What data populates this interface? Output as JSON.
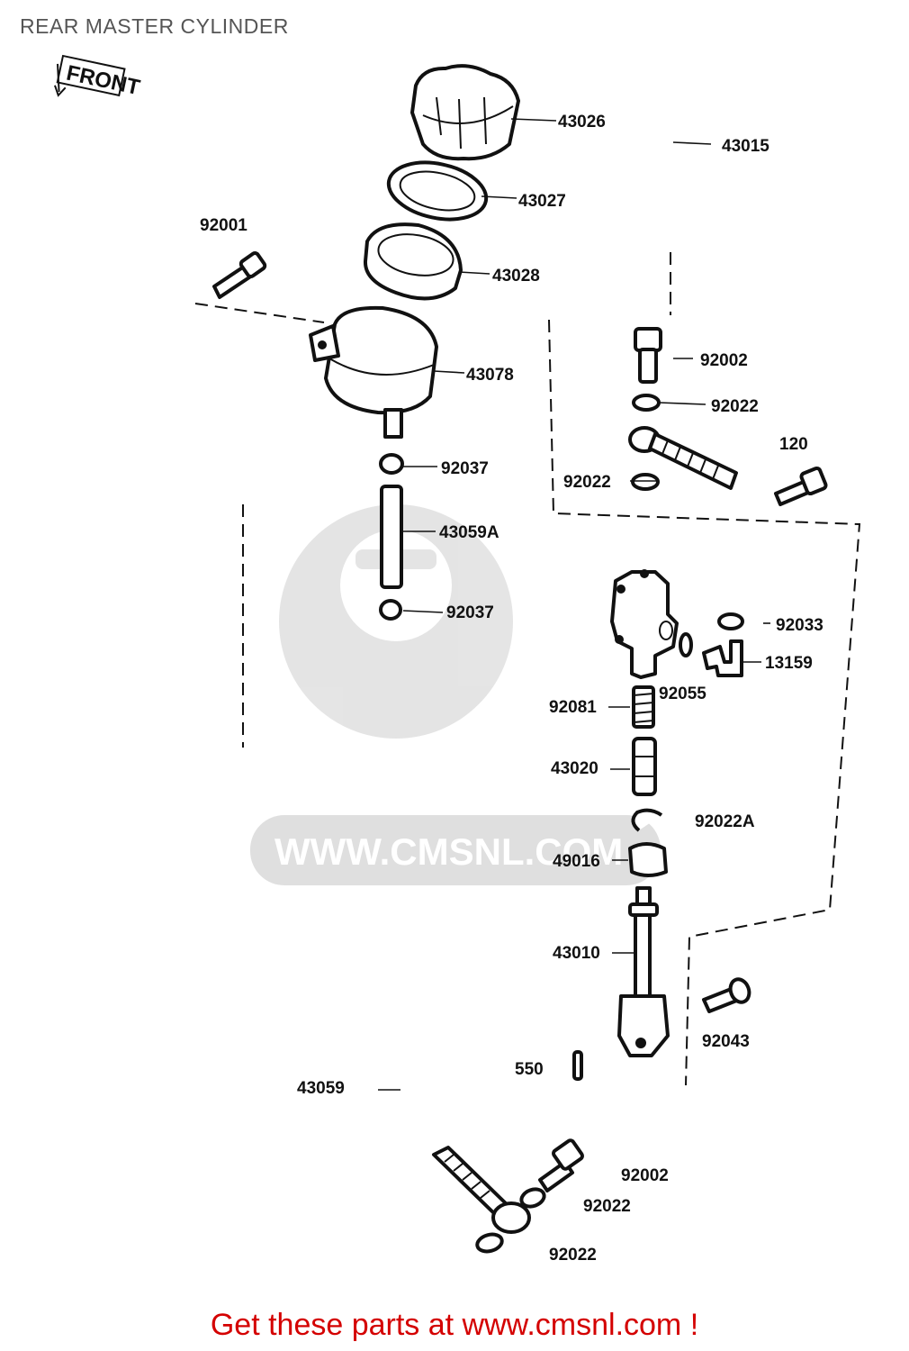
{
  "header": {
    "title": "REAR MASTER CYLINDER",
    "front_label": "FRONT"
  },
  "watermark": {
    "brand": "CMS",
    "url": "WWW.CMSNL.COM"
  },
  "footer": {
    "text": "Get these parts at www.cmsnl.com !"
  },
  "colors": {
    "footer": "#d40000",
    "title": "#555555",
    "watermark": "#dcdcdc"
  },
  "callouts": [
    {
      "id": "43026",
      "label": "43026"
    },
    {
      "id": "43015",
      "label": "43015"
    },
    {
      "id": "43027",
      "label": "43027"
    },
    {
      "id": "92001",
      "label": "92001"
    },
    {
      "id": "43028",
      "label": "43028"
    },
    {
      "id": "43078",
      "label": "43078"
    },
    {
      "id": "92002-top",
      "label": "92002"
    },
    {
      "id": "92022-top1",
      "label": "92022"
    },
    {
      "id": "120",
      "label": "120"
    },
    {
      "id": "92022-top2",
      "label": "92022"
    },
    {
      "id": "92037-top",
      "label": "92037"
    },
    {
      "id": "43059A",
      "label": "43059A"
    },
    {
      "id": "92037-bot",
      "label": "92037"
    },
    {
      "id": "92033",
      "label": "92033"
    },
    {
      "id": "13159",
      "label": "13159"
    },
    {
      "id": "92055",
      "label": "92055"
    },
    {
      "id": "92081",
      "label": "92081"
    },
    {
      "id": "43020",
      "label": "43020"
    },
    {
      "id": "92022A",
      "label": "92022A"
    },
    {
      "id": "49016",
      "label": "49016"
    },
    {
      "id": "43010",
      "label": "43010"
    },
    {
      "id": "92043",
      "label": "92043"
    },
    {
      "id": "550",
      "label": "550"
    },
    {
      "id": "43059",
      "label": "43059"
    },
    {
      "id": "92002-bot",
      "label": "92002"
    },
    {
      "id": "92022-bot1",
      "label": "92022"
    },
    {
      "id": "92022-bot2",
      "label": "92022"
    }
  ]
}
